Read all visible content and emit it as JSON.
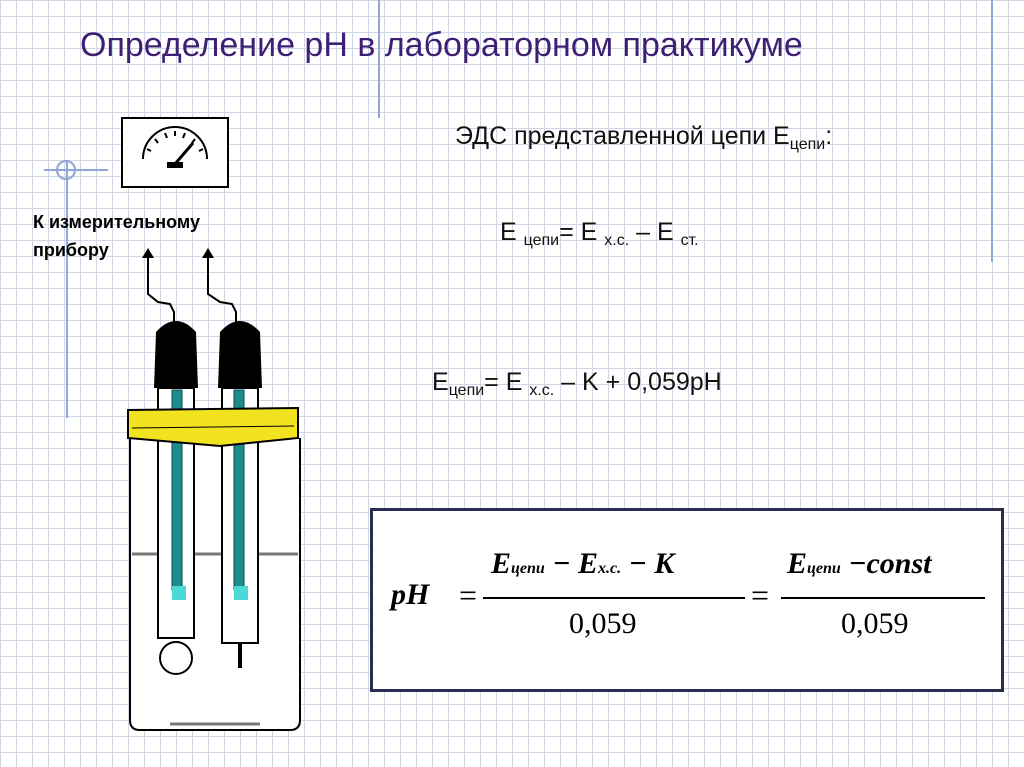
{
  "slide": {
    "title": "Определение pH в лабораторном практикуме"
  },
  "instrument_label": "К измерительному прибору",
  "emf_heading": {
    "text": "ЭДС представленной цепи E",
    "sub": "цепи",
    "colon": ":"
  },
  "equation_1": {
    "e1": "E ",
    "sub1": "цепи",
    "rest": "= E ",
    "sub2": "х.с.",
    "minus": " – E ",
    "sub3": "ст."
  },
  "equation_2": {
    "e1": "E",
    "sub1": "цепи",
    "rest1": "= E ",
    "sub2": "х.с.",
    "rest2": " – K + 0,059pH"
  },
  "formula": {
    "lhs": "pH",
    "eq": "=",
    "num1_e": "E",
    "num1_sub1": "цепи",
    "num1_mid": "− E",
    "num1_sub2": "х.с.",
    "num1_tail": "− K",
    "den1": "0,059",
    "eq2": "=",
    "num2_e": "E",
    "num2_sub": "цепи",
    "num2_tail": "−const",
    "den2": "0,059"
  },
  "colors": {
    "title": "#3d1f73",
    "grid": "#cfd6e6",
    "cap": "#f2e321",
    "electrode_rod": "#1f8c8c",
    "formula_border": "#2b2b4f"
  }
}
